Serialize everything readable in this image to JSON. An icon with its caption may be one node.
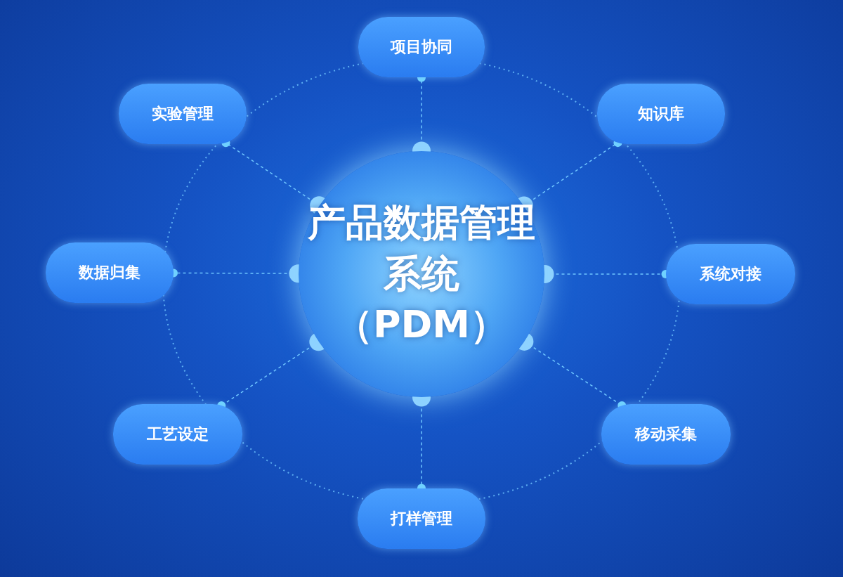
{
  "diagram": {
    "nodes": [
      {
        "text": [
          "产品数据管理系统（PDM）"
        ]
      },
      {
        "text": [
          "项目协同"
        ]
      },
      {
        "text": [
          "实验管理"
        ]
      },
      {
        "text": [
          "知识库"
        ]
      },
      {
        "text": [
          "数据归集"
        ]
      },
      {
        "text": [
          "系统对接"
        ]
      },
      {
        "text": [
          "工艺设定"
        ]
      },
      {
        "text": [
          "移动采集"
        ]
      },
      {
        "text": [
          "打样管理"
        ]
      }
    ],
    "edges": [
      {
        "from": 0,
        "to": 1,
        "arrow": "other",
        "style": "dashed"
      },
      {
        "from": 0,
        "to": 2,
        "arrow": "other",
        "style": "dashed"
      },
      {
        "from": 0,
        "to": 3,
        "arrow": "other",
        "style": "dashed"
      },
      {
        "from": 0,
        "to": 4,
        "arrow": "other",
        "style": "dashed"
      },
      {
        "from": 0,
        "to": 5,
        "arrow": "other",
        "style": "dashed"
      },
      {
        "from": 0,
        "to": 6,
        "arrow": "other",
        "style": "dashed"
      },
      {
        "from": 0,
        "to": 7,
        "arrow": "other",
        "style": "dashed"
      },
      {
        "from": 0,
        "to": 8,
        "arrow": "other",
        "style": "dashed"
      }
    ]
  }
}
